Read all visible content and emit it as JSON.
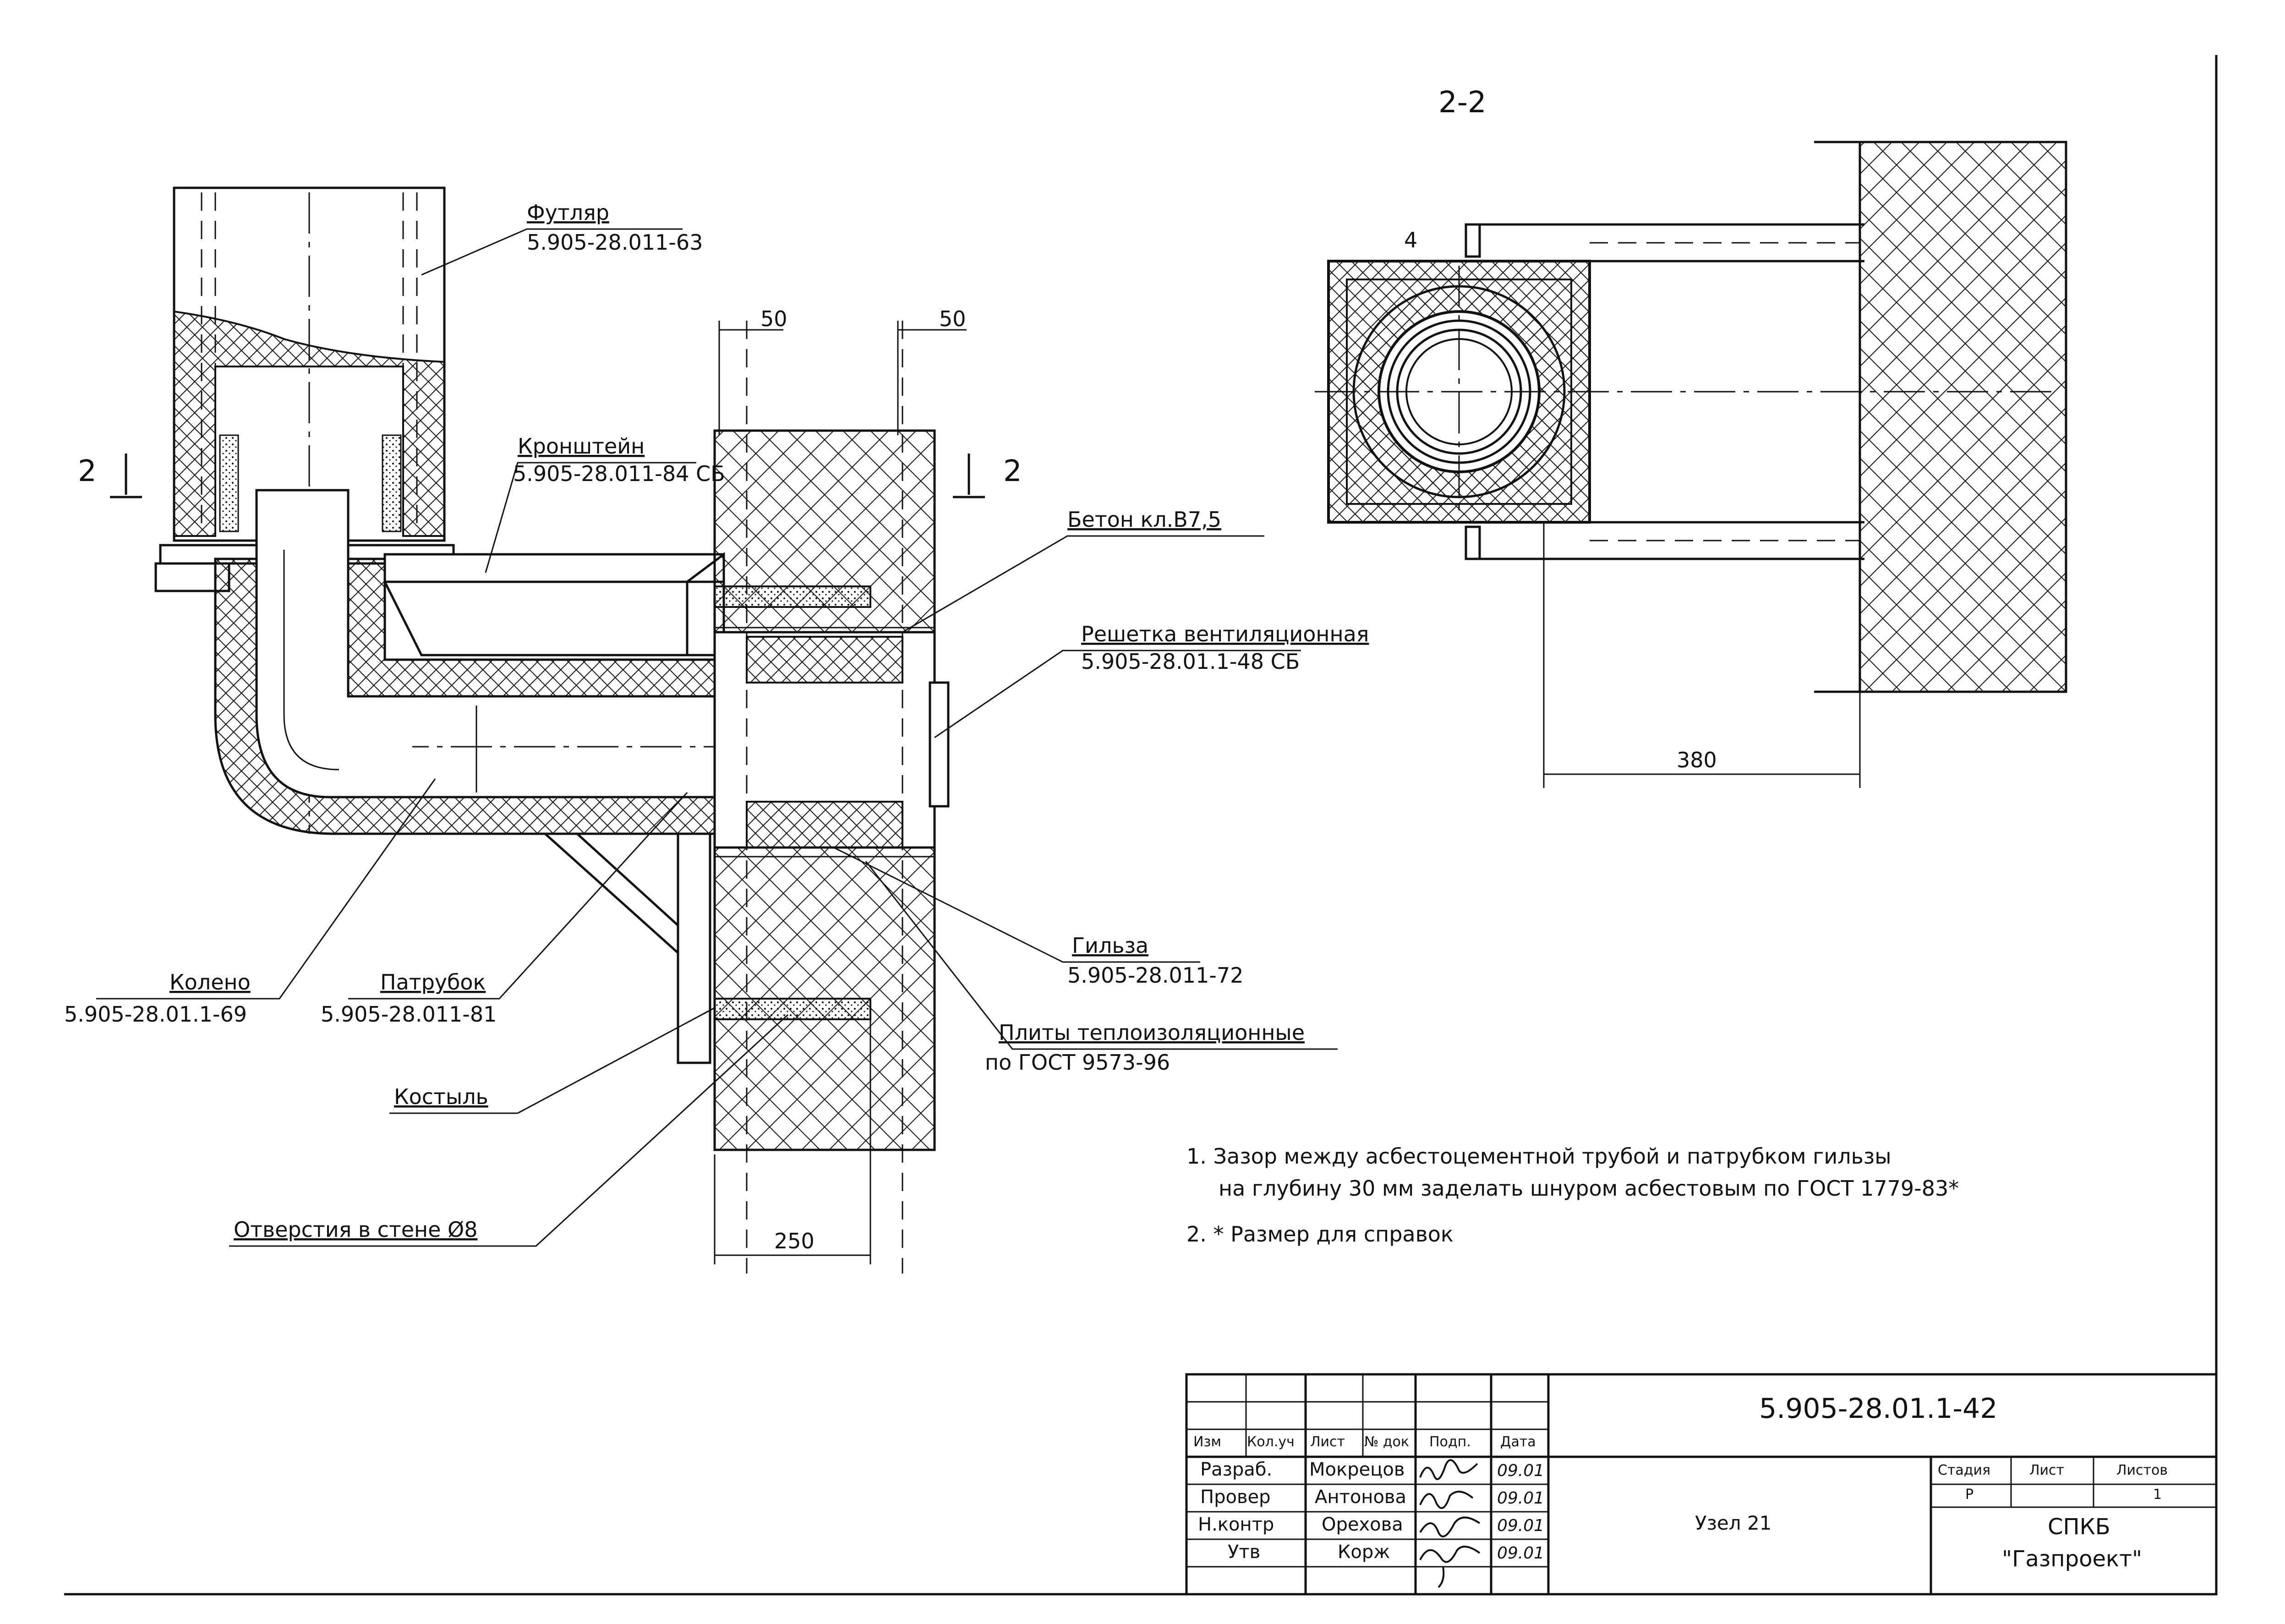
{
  "section_title": "2-2",
  "section_mark": "2",
  "view_mark_number": "4",
  "labels": {
    "futlyar": "Футляр",
    "futlyar_code": "5.905-28.011-63",
    "kronshtein": "Кронштейн",
    "kronshtein_code": "5.905-28.011-84 СБ",
    "beton": "Бетон кл.В7,5",
    "reshetka": "Решетка вентиляционная",
    "reshetka_code": "5.905-28.01.1-48 СБ",
    "koleno": "Колено",
    "koleno_code": "5.905-28.01.1-69",
    "patrubok": "Патрубок",
    "patrubok_code": "5.905-28.011-81",
    "gilza": "Гильза",
    "gilza_code": "5.905-28.011-72",
    "pliti": "Плиты теплоизоляционные",
    "pliti_code": "по ГОСТ 9573-96",
    "kostyl": "Костыль",
    "otverstiya": "Отверстия в стене Ø8"
  },
  "dimensions": {
    "d50a": "50",
    "d50b": "50",
    "d250": "250",
    "d380": "380"
  },
  "notes": [
    "1. Зазор между асбестоцементной трубой и патрубком гильзы",
    "на глубину 30 мм заделать шнуром асбестовым по ГОСТ 1779-83*",
    "2. * Размер для справок"
  ],
  "title_block": {
    "doc_code": "5.905-28.01.1-42",
    "node_name": "Узел 21",
    "org_line1": "СПКБ",
    "org_line2": "\"Газпроект\"",
    "col_headers": [
      "Изм",
      "Кол.уч",
      "Лист",
      "№ док",
      "Подп.",
      "Дата"
    ],
    "stage_headers": [
      "Стадия",
      "Лист",
      "Листов"
    ],
    "stage_values": [
      "Р",
      "",
      "1"
    ],
    "rows": [
      {
        "role": "Разраб.",
        "name": "Мокрецов",
        "date": "09.01"
      },
      {
        "role": "Провер",
        "name": "Антонова",
        "date": "09.01"
      },
      {
        "role": "Н.контр",
        "name": "Орехова",
        "date": "09.01"
      },
      {
        "role": "Утв",
        "name": "Корж",
        "date": "09.01"
      }
    ]
  }
}
